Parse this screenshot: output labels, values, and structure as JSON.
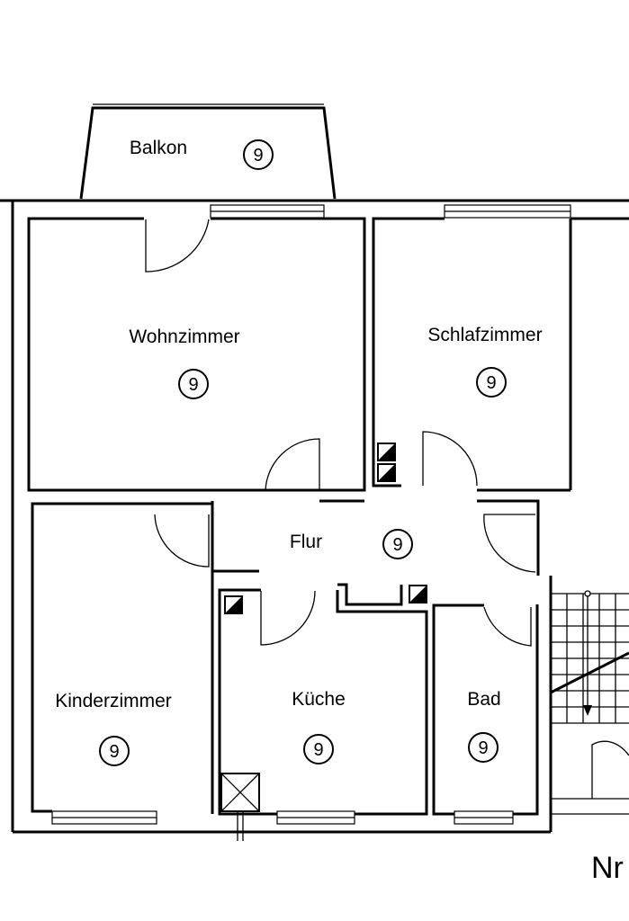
{
  "rooms": {
    "balkon": {
      "label": "Balkon",
      "number": "9"
    },
    "wohnzimmer": {
      "label": "Wohnzimmer",
      "number": "9"
    },
    "schlafzimmer": {
      "label": "Schlafzimmer",
      "number": "9"
    },
    "flur": {
      "label": "Flur",
      "number": "9"
    },
    "kinderzimmer": {
      "label": "Kinderzimmer",
      "number": "9"
    },
    "kueche": {
      "label": "Küche",
      "number": "9"
    },
    "bad": {
      "label": "Bad",
      "number": "9"
    }
  },
  "corner_text": "Nr"
}
